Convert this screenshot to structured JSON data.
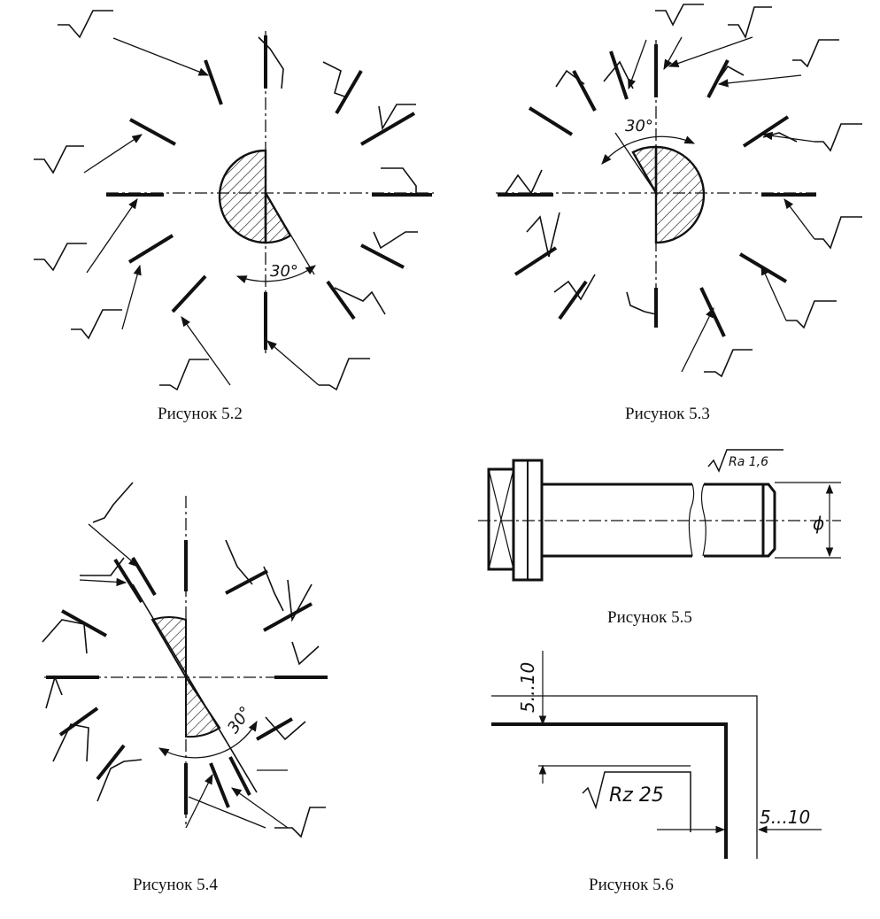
{
  "figures": {
    "fig_5_2": {
      "caption": "Рисунок 5.2",
      "angle": "30°"
    },
    "fig_5_3": {
      "caption": "Рисунок 5.3",
      "angle": "30°"
    },
    "fig_5_4": {
      "caption": "Рисунок 5.4",
      "angle": "30°"
    },
    "fig_5_5": {
      "caption": "Рисунок 5.5",
      "roughness": "Ra 1,6",
      "diameter_symbol": "ϕ"
    },
    "fig_5_6": {
      "caption": "Рисунок 5.6",
      "roughness": "Rz 25",
      "offset_vertical": "5...10",
      "offset_horizontal": "5...10"
    }
  },
  "colors": {
    "ink": "#111111",
    "paper": "#ffffff"
  }
}
